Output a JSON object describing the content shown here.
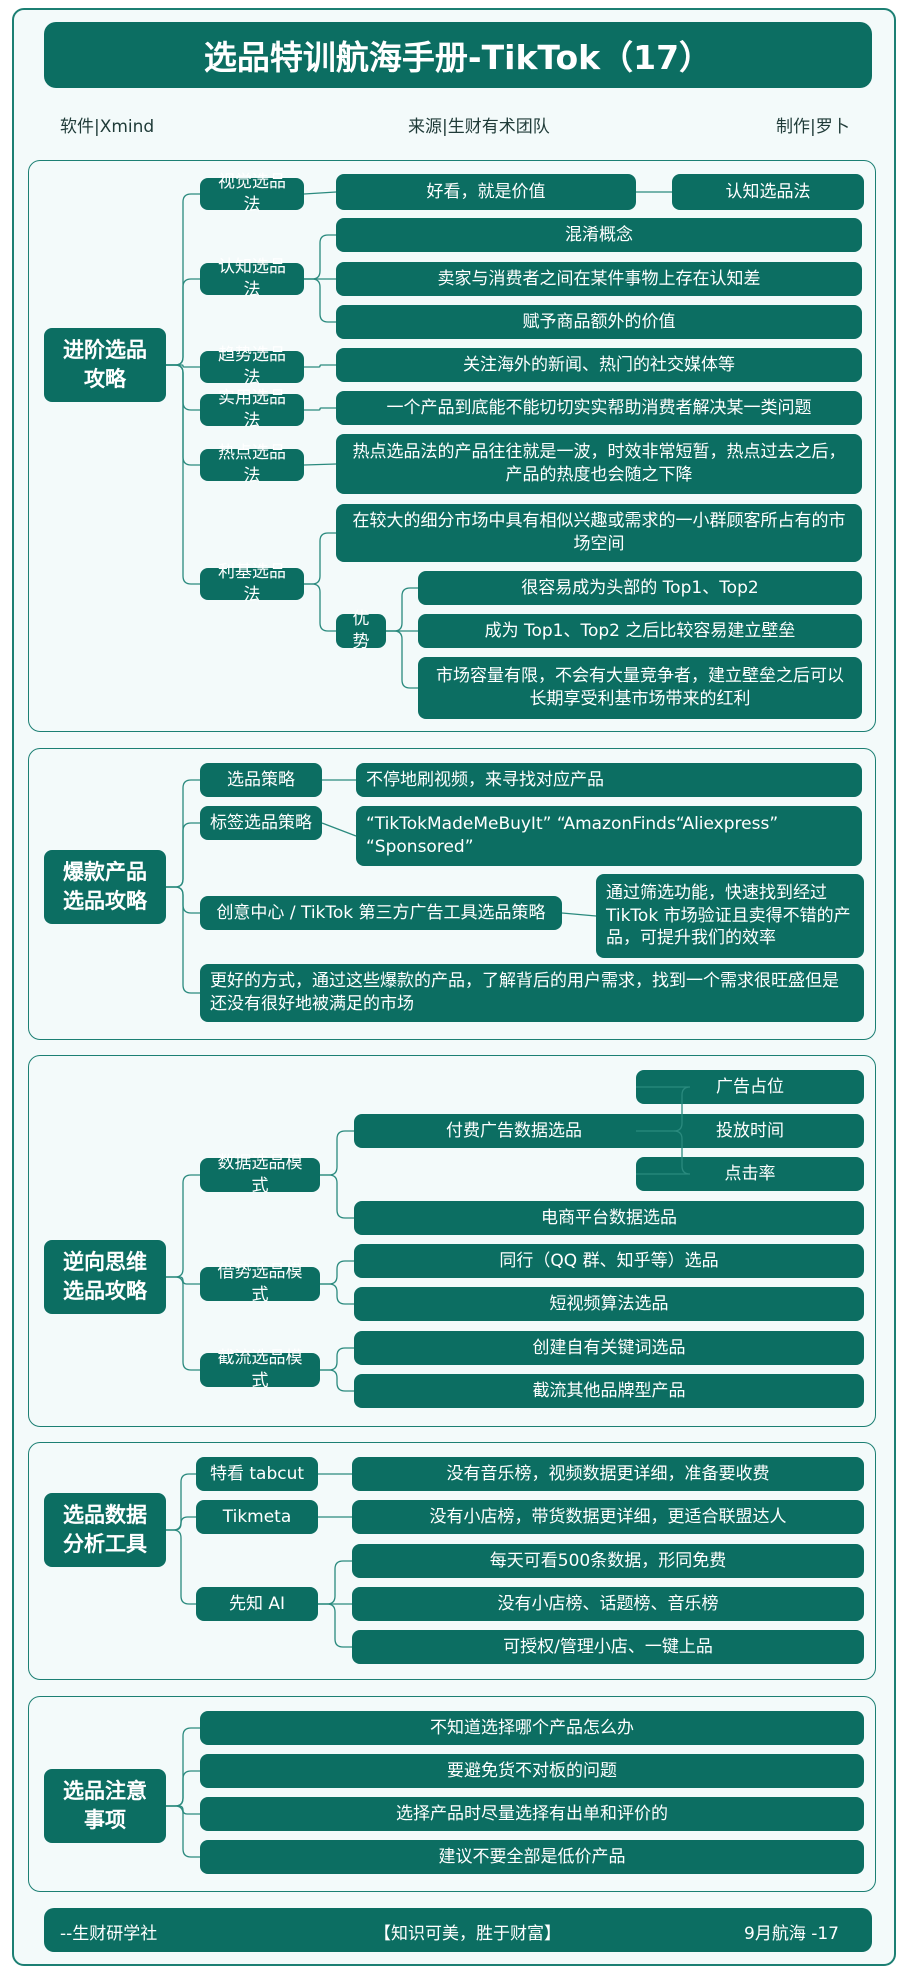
{
  "header": {
    "title": "选品特训航海手册-TikTok（17）",
    "software": "软件|Xmind",
    "source": "来源|生财有术团队",
    "author": "制作|罗卜"
  },
  "sections": [
    {
      "root": "进阶选品\n攻略",
      "branches": [
        {
          "label": "视觉选品法",
          "children": [
            {
              "text": "好看，就是价值"
            },
            {
              "text": "认知选品法"
            }
          ]
        },
        {
          "label": "认知选品法",
          "children": [
            {
              "text": "混淆概念"
            },
            {
              "text": "卖家与消费者之间在某件事物上存在认知差"
            },
            {
              "text": "赋予商品额外的价值"
            }
          ]
        },
        {
          "label": "趋势选品法",
          "children": [
            {
              "text": "关注海外的新闻、热门的社交媒体等"
            }
          ]
        },
        {
          "label": "实用选品法",
          "children": [
            {
              "text": "一个产品到底能不能切切实实帮助消费者解决某一类问题"
            }
          ]
        },
        {
          "label": "热点选品法",
          "children": [
            {
              "text": "热点选品法的产品往往就是一波，时效非常短暂，热点过去之后，产品的热度也会随之下降"
            }
          ]
        },
        {
          "label": "利基选品法",
          "children": [
            {
              "text": "在较大的细分市场中具有相似兴趣或需求的一小群顾客所占有的市场空间"
            },
            {
              "text": "优势",
              "children": [
                {
                  "text": "很容易成为头部的 Top1、Top2"
                },
                {
                  "text": "成为 Top1、Top2 之后比较容易建立壁垒"
                },
                {
                  "text": "市场容量有限，不会有大量竞争者，建立壁垒之后可以长期享受利基市场带来的红利"
                }
              ]
            }
          ]
        }
      ]
    },
    {
      "root": "爆款产品\n选品攻略",
      "branches": [
        {
          "label": "选品策略",
          "children": [
            {
              "text": "不停地刷视频，来寻找对应产品"
            }
          ]
        },
        {
          "label": "标签选品策略",
          "children": [
            {
              "text": "“TikTokMadeMeBuyIt” “AmazonFinds“Aliexpress” “Sponsored”"
            }
          ]
        },
        {
          "label": "创意中心 / TikTok 第三方广告工具选品策略",
          "children": [
            {
              "text": "通过筛选功能，快速找到经过 TikTok 市场验证且卖得不错的产品，可提升我们的效率"
            }
          ]
        },
        {
          "label": "更好的方式，通过这些爆款的产品，了解背后的用户需求，找到一个需求很旺盛但是还没有很好地被满足的市场",
          "children": []
        }
      ]
    },
    {
      "root": "逆向思维\n选品攻略",
      "branches": [
        {
          "label": "数据选品模式",
          "children": [
            {
              "text": "付费广告数据选品",
              "children": [
                {
                  "text": "广告占位"
                },
                {
                  "text": "投放时间"
                },
                {
                  "text": "点击率"
                }
              ]
            },
            {
              "text": "电商平台数据选品"
            }
          ]
        },
        {
          "label": "借势选品模式",
          "children": [
            {
              "text": "同行（QQ 群、知乎等）选品"
            },
            {
              "text": "短视频算法选品"
            }
          ]
        },
        {
          "label": "截流选品模式",
          "children": [
            {
              "text": "创建自有关键词选品"
            },
            {
              "text": "截流其他品牌型产品"
            }
          ]
        }
      ]
    },
    {
      "root": "选品数据\n分析工具",
      "branches": [
        {
          "label": "特看 tabcut",
          "children": [
            {
              "text": "没有音乐榜，视频数据更详细，准备要收费"
            }
          ]
        },
        {
          "label": "Tikmeta",
          "children": [
            {
              "text": "没有小店榜，带货数据更详细，更适合联盟达人"
            }
          ]
        },
        {
          "label": "先知 AI",
          "children": [
            {
              "text": "每天可看500条数据，形同免费"
            },
            {
              "text": "没有小店榜、话题榜、音乐榜"
            },
            {
              "text": "可授权/管理小店、一键上品"
            }
          ]
        }
      ]
    },
    {
      "root": "选品注意\n事项",
      "branches": [
        {
          "label": "不知道选择哪个产品怎么办",
          "children": []
        },
        {
          "label": "要避免货不对板的问题",
          "children": []
        },
        {
          "label": "选择产品时尽量选择有出单和评价的",
          "children": []
        },
        {
          "label": "建议不要全部是低价产品",
          "children": []
        }
      ]
    }
  ],
  "footer": {
    "left": "--生财研学社",
    "center": "【知识可美，胜于财富】",
    "right": "9月航海 -17"
  },
  "colors": {
    "node": "#0c6e62",
    "border": "#1c7f73",
    "background": "#f3fafa"
  }
}
